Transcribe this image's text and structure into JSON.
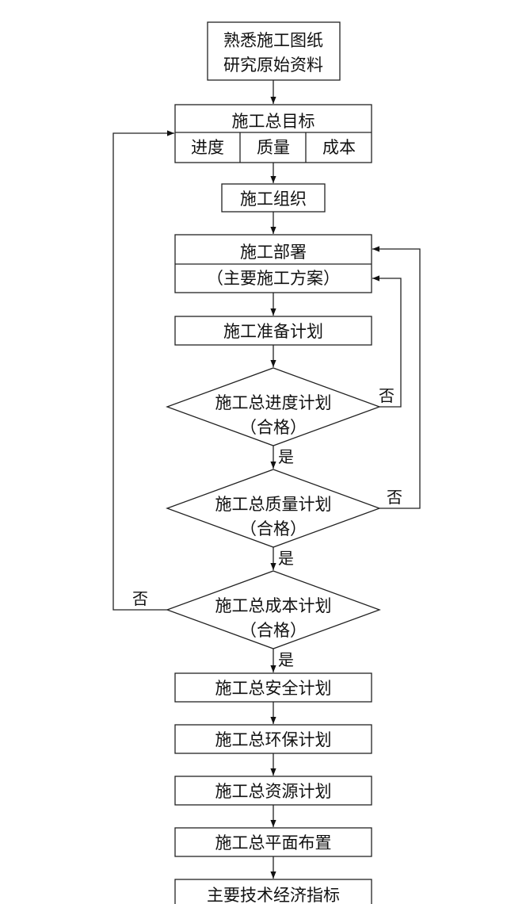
{
  "nodes": {
    "familiarize": {
      "line1": "熟悉施工图纸",
      "line2": "研究原始资料"
    },
    "goals": {
      "title": "施工总目标",
      "cell1": "进度",
      "cell2": "质量",
      "cell3": "成本"
    },
    "organization": "施工组织",
    "deployment": {
      "line1": "施工部署",
      "line2": "（主要施工方案）"
    },
    "prep_plan": "施工准备计划",
    "schedule_check": {
      "line1": "施工总进度计划",
      "line2": "（合格）"
    },
    "quality_check": {
      "line1": "施工总质量计划",
      "line2": "（合格）"
    },
    "cost_check": {
      "line1": "施工总成本计划",
      "line2": "（合格）"
    },
    "safety_plan": "施工总安全计划",
    "env_plan": "施工总环保计划",
    "resource_plan": "施工总资源计划",
    "site_layout": "施工总平面布置",
    "indicators": "主要技术经济指标"
  },
  "edge_labels": {
    "yes1": "是",
    "yes2": "是",
    "yes3": "是",
    "no1": "否",
    "no2": "否",
    "no3": "否"
  },
  "colors": {
    "line": "#222222",
    "text": "#111111",
    "background": "#ffffff"
  }
}
